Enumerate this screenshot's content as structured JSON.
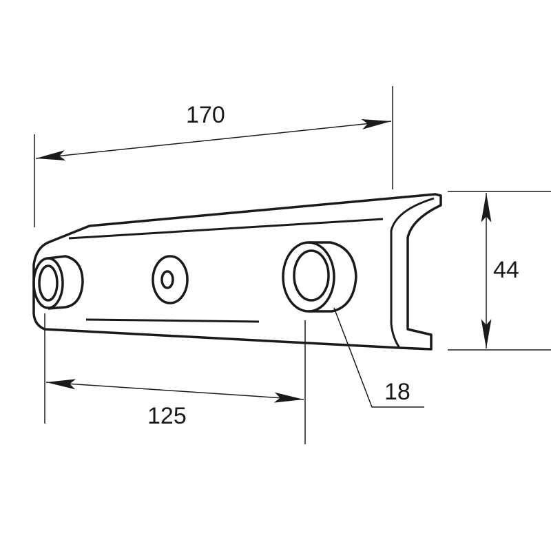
{
  "drawing": {
    "subject": "bracket",
    "dimensions": {
      "length_total": "170",
      "hole_spacing": "125",
      "height": "44",
      "boss_diameter": "18"
    },
    "line_color": "#1a1a1a",
    "background": "#ffffff"
  }
}
